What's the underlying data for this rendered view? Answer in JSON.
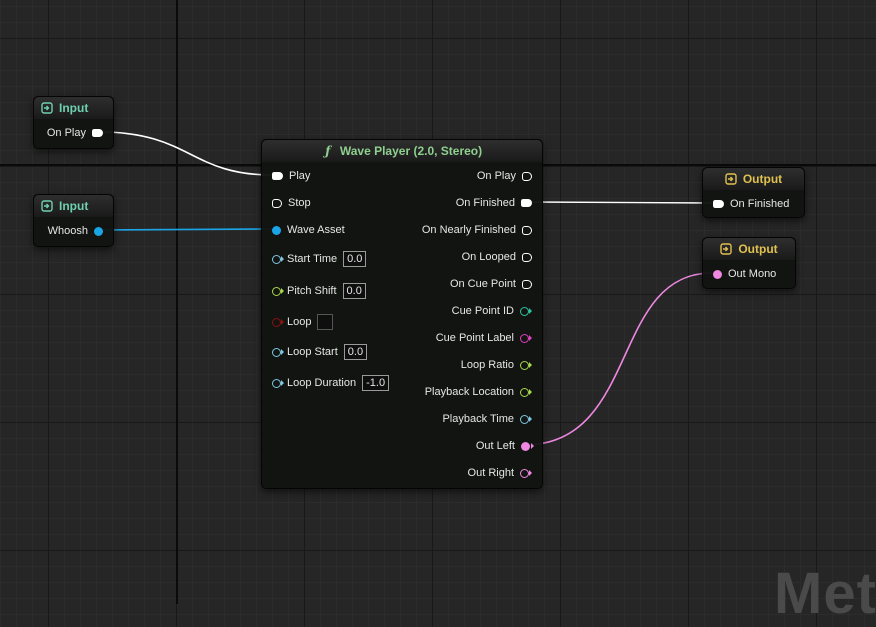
{
  "watermark": "Meta",
  "colors": {
    "exec": "#ffffff",
    "audio": "#ee88e0",
    "wave_asset": "#1aa6e6",
    "float": "#7ec8e0",
    "bool": "#8a1010",
    "int": "#2ec4a0",
    "string": "#e040c0",
    "vector": "#a6d84a",
    "input_header": "#6fd0b0",
    "output_header": "#e0c050",
    "function_header": "#8fcf8f"
  },
  "nodes": {
    "input_on_play": {
      "title": "Input",
      "pin_label": "On Play",
      "icon": "input-arrow-icon"
    },
    "input_whoosh": {
      "title": "Input",
      "pin_label": "Whoosh",
      "icon": "input-arrow-icon"
    },
    "output_on_finished": {
      "title": "Output",
      "pin_label": "On Finished",
      "icon": "output-arrow-icon"
    },
    "output_out_mono": {
      "title": "Output",
      "pin_label": "Out Mono",
      "icon": "output-arrow-icon"
    },
    "wave_player": {
      "title": "Wave Player (2.0, Stereo)",
      "title_icon": "function-icon",
      "inputs": {
        "play": "Play",
        "stop": "Stop",
        "wave_asset": "Wave Asset",
        "start_time": "Start Time",
        "start_time_value": "0.0",
        "pitch_shift": "Pitch Shift",
        "pitch_shift_value": "0.0",
        "loop": "Loop",
        "loop_start": "Loop Start",
        "loop_start_value": "0.0",
        "loop_duration": "Loop Duration",
        "loop_duration_value": "-1.0"
      },
      "outputs": {
        "on_play": "On Play",
        "on_finished": "On Finished",
        "on_nearly_finished": "On Nearly Finished",
        "on_looped": "On Looped",
        "on_cue_point": "On Cue Point",
        "cue_point_id": "Cue Point ID",
        "cue_point_label": "Cue Point Label",
        "loop_ratio": "Loop Ratio",
        "playback_location": "Playback Location",
        "playback_time": "Playback Time",
        "out_left": "Out Left",
        "out_right": "Out Right"
      }
    }
  }
}
